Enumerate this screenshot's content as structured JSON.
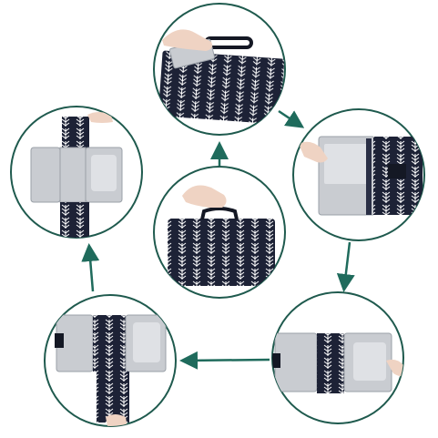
{
  "image": {
    "description_free": true,
    "colors": {
      "background": "#ffffff",
      "ring": "#1f5a4e",
      "arrow": "#1f6b5c",
      "fabric": "#1d2236",
      "fabric_pattern": "#ffffff",
      "liner": "#c9ccd1",
      "liner_edge": "#9aa0a8",
      "skin": "#efd3c3",
      "strap": "#141824"
    },
    "steps": [
      {
        "id": "center",
        "icon": "folded-bag-with-handle"
      },
      {
        "id": "top",
        "icon": "bag-opening"
      },
      {
        "id": "right",
        "icon": "opened-left-panel"
      },
      {
        "id": "bottom-right",
        "icon": "unfolded-mat-horizontal"
      },
      {
        "id": "bottom-left",
        "icon": "unfolded-mat-flap-down"
      },
      {
        "id": "left",
        "icon": "fully-unfolded-mat-vertical"
      }
    ],
    "flow": [
      "center",
      "top",
      "right",
      "bottom-right",
      "bottom-left",
      "left",
      "top"
    ]
  }
}
